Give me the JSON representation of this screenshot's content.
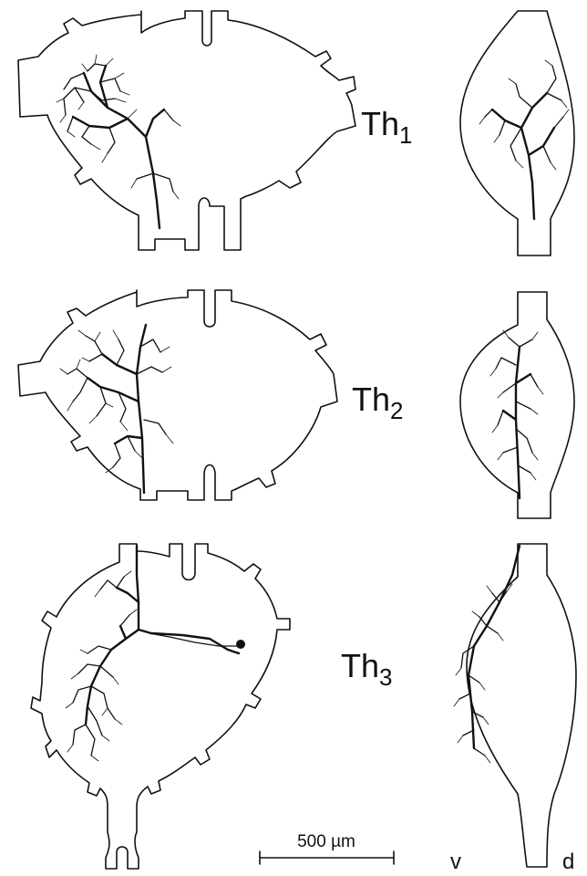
{
  "segments": [
    {
      "name": "Th",
      "subscript": "1"
    },
    {
      "name": "Th",
      "subscript": "2"
    },
    {
      "name": "Th",
      "subscript": "3"
    }
  ],
  "scale_bar": {
    "label": "500 µm"
  },
  "orientation": {
    "ventral": "v",
    "dorsal": "d"
  }
}
